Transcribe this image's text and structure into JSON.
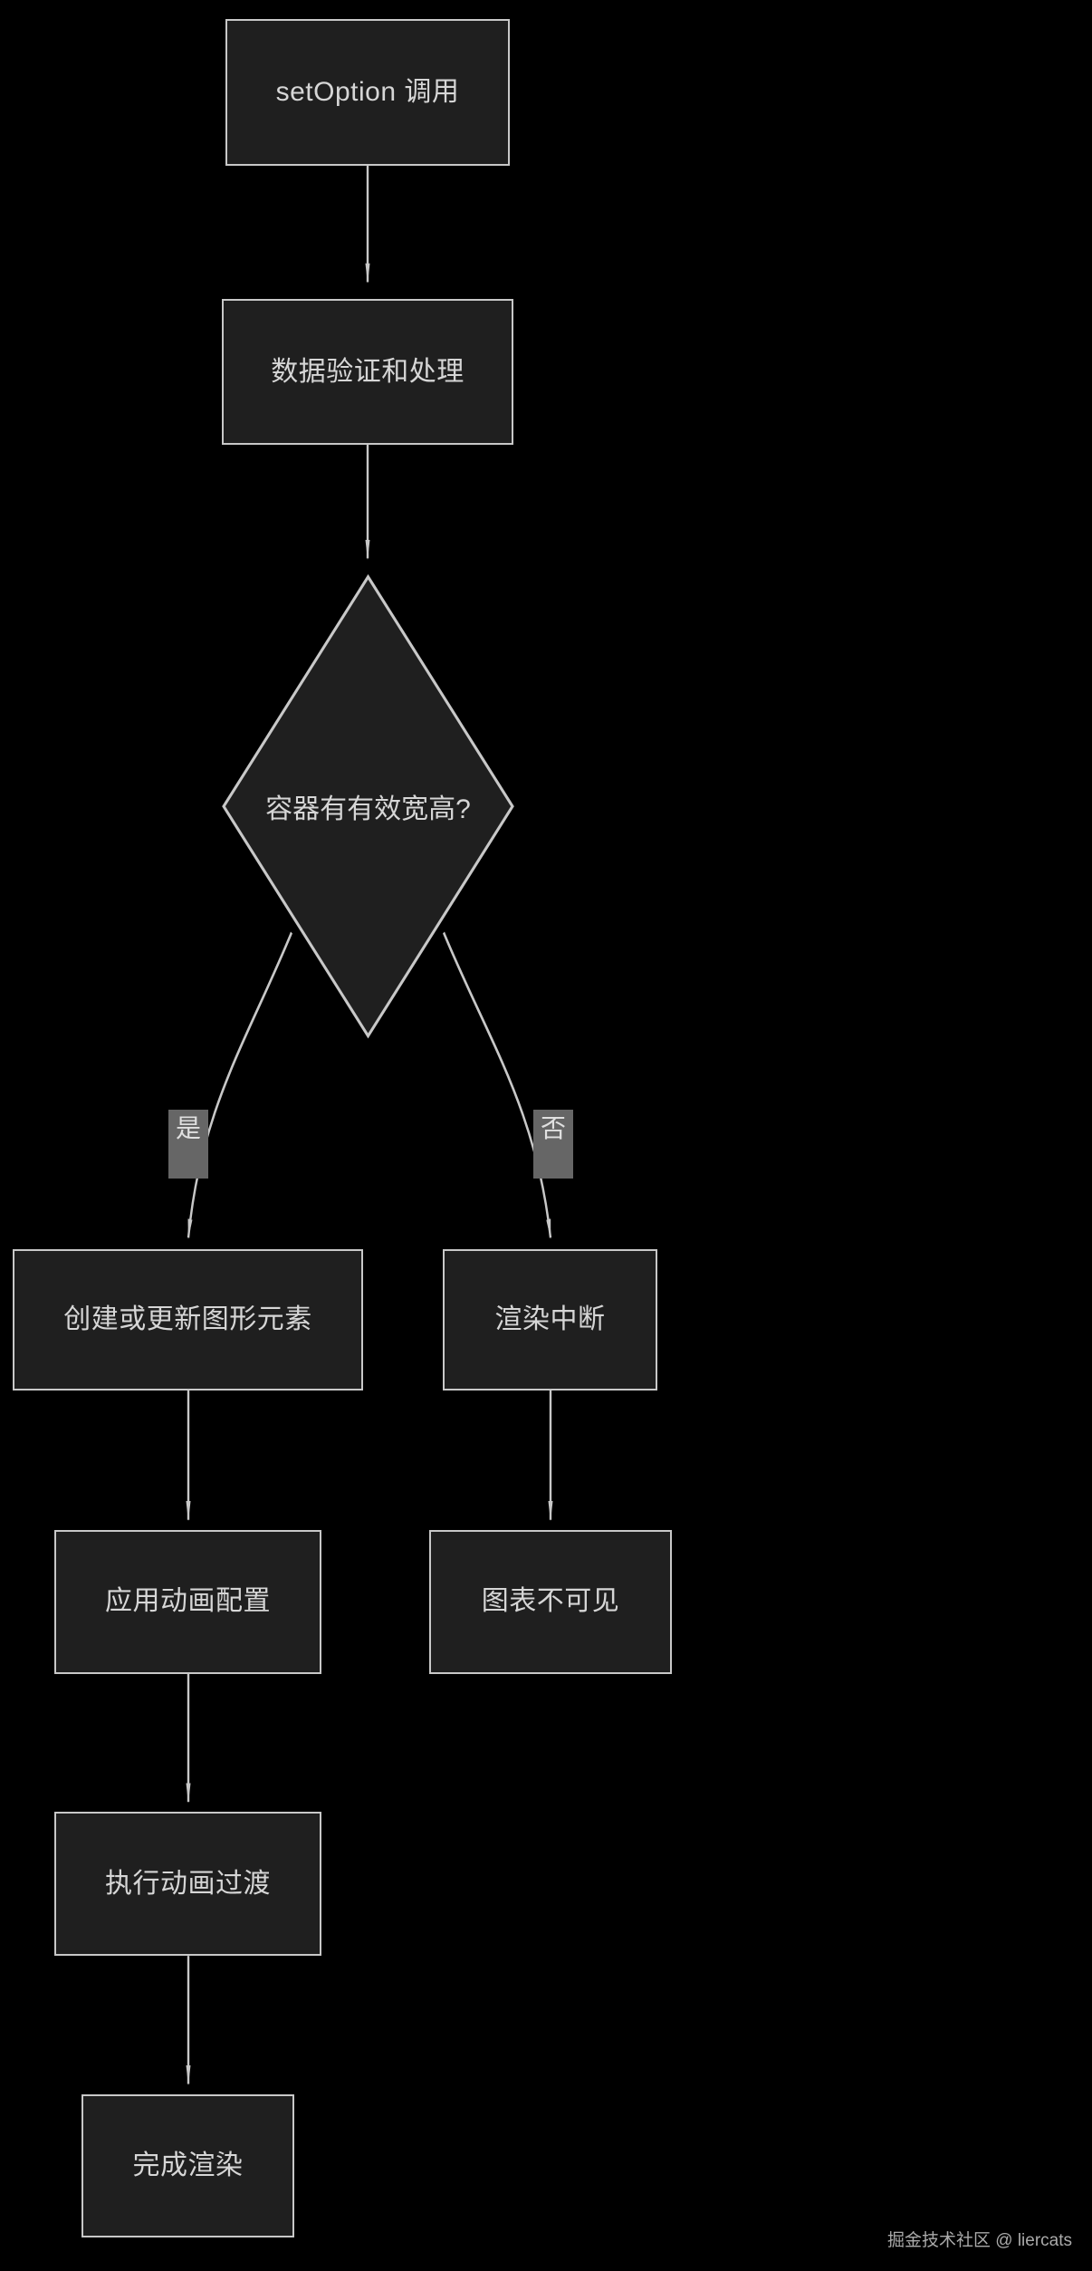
{
  "diagram": {
    "type": "flowchart",
    "direction": "top-down",
    "background_color": "#000000",
    "node_fill_color": "#1f1f1f",
    "node_border_color": "#c8c8c8",
    "text_color": "#d6d6d6",
    "edge_color": "#c8c8c8",
    "edge_label_background": "#666666",
    "nodes": [
      {
        "id": "n1",
        "label": "setOption 调用",
        "shape": "rect"
      },
      {
        "id": "n2",
        "label": "数据验证和处理",
        "shape": "rect"
      },
      {
        "id": "n3",
        "label": "容器有有效宽高?",
        "shape": "diamond"
      },
      {
        "id": "n4",
        "label": "创建或更新图形元素",
        "shape": "rect"
      },
      {
        "id": "n5",
        "label": "渲染中断",
        "shape": "rect"
      },
      {
        "id": "n6",
        "label": "应用动画配置",
        "shape": "rect"
      },
      {
        "id": "n7",
        "label": "图表不可见",
        "shape": "rect"
      },
      {
        "id": "n8",
        "label": "执行动画过渡",
        "shape": "rect"
      },
      {
        "id": "n9",
        "label": "完成渲染",
        "shape": "rect"
      }
    ],
    "edges": [
      {
        "from": "n1",
        "to": "n2",
        "label": ""
      },
      {
        "from": "n2",
        "to": "n3",
        "label": ""
      },
      {
        "from": "n3",
        "to": "n4",
        "label": "是"
      },
      {
        "from": "n3",
        "to": "n5",
        "label": "否"
      },
      {
        "from": "n4",
        "to": "n6",
        "label": ""
      },
      {
        "from": "n5",
        "to": "n7",
        "label": ""
      },
      {
        "from": "n6",
        "to": "n8",
        "label": ""
      },
      {
        "from": "n8",
        "to": "n9",
        "label": ""
      }
    ],
    "edge_labels": {
      "yes": "是",
      "no": "否"
    }
  },
  "watermark": {
    "text": "掘金技术社区 @ liercats"
  }
}
